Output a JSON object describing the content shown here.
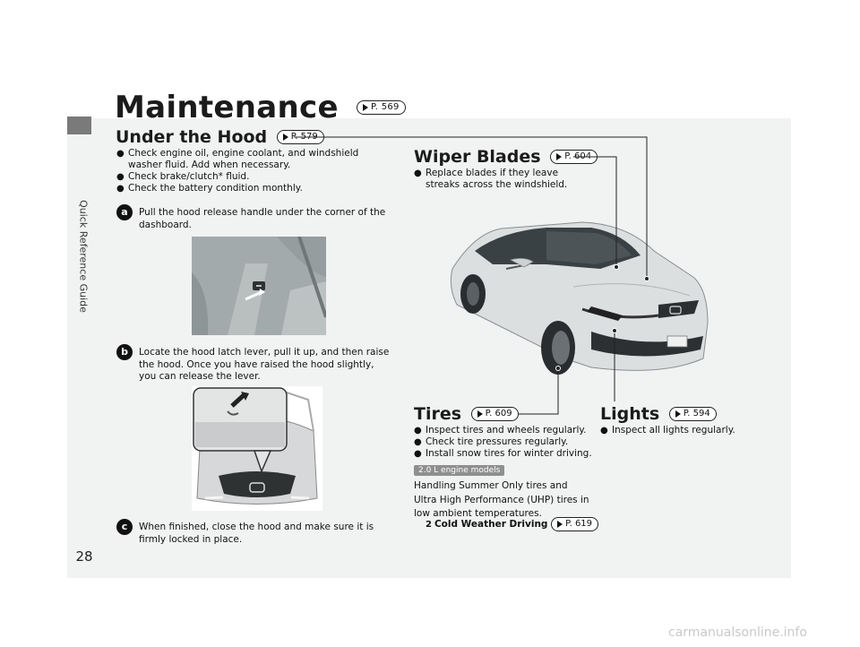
{
  "sidebar": {
    "section_label": "Quick Reference Guide"
  },
  "page": {
    "number": "28"
  },
  "title": {
    "text": "Maintenance",
    "ref": "P. 569"
  },
  "under_hood": {
    "title": "Under the Hood",
    "ref": "P. 579",
    "bullets": [
      "Check engine oil, engine coolant, and windshield washer fluid. Add when necessary.",
      "Check brake/clutch* fluid.",
      "Check the battery condition monthly."
    ],
    "steps": [
      {
        "badge": "a",
        "text": "Pull the hood release handle under the corner of the dashboard."
      },
      {
        "badge": "b",
        "text": "Locate the hood latch lever, pull it up, and then raise the hood. Once you have raised the hood slightly, you can release the lever."
      },
      {
        "badge": "c",
        "text": "When finished, close the hood and make sure it is firmly locked in place."
      }
    ]
  },
  "wiper_blades": {
    "title": "Wiper Blades",
    "ref": "P. 604",
    "bullets": [
      "Replace blades if they leave streaks across the windshield."
    ]
  },
  "tires": {
    "title": "Tires",
    "ref": "P. 609",
    "bullets": [
      "Inspect tires and wheels regularly.",
      "Check tire pressures regularly.",
      "Install snow tires for winter driving."
    ],
    "engine_badge": "2.0 L engine models",
    "note": "Handling Summer Only tires and Ultra High Performance (UHP) tires in low ambient temperatures.",
    "cross_ref_mark": "2",
    "cross_ref_label": "Cold Weather Driving",
    "cross_ref_page": "P. 619"
  },
  "lights": {
    "title": "Lights",
    "ref": "P. 594",
    "bullets": [
      "Inspect all lights regularly."
    ]
  },
  "watermark": {
    "text": "carmanualsonline.info"
  },
  "colors": {
    "page_background": "#f1f2f2",
    "tab": "#7a7a7a",
    "badge": "#8f8f8f"
  }
}
